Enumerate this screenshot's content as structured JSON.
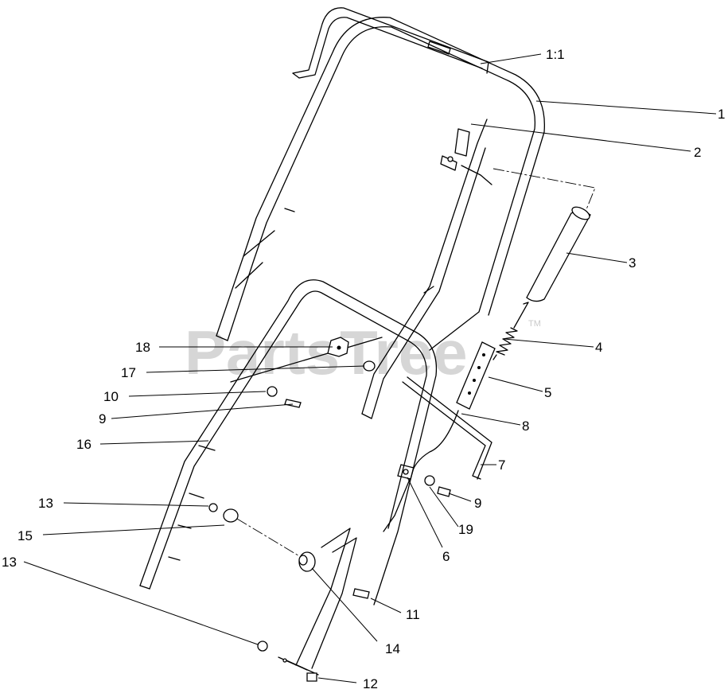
{
  "watermark": {
    "text": "PartsTree",
    "mark": "TM"
  },
  "callouts": [
    {
      "id": "c-1-1",
      "label": "1:1"
    },
    {
      "id": "c-1",
      "label": "1"
    },
    {
      "id": "c-2",
      "label": "2"
    },
    {
      "id": "c-3",
      "label": "3"
    },
    {
      "id": "c-4",
      "label": "4"
    },
    {
      "id": "c-5",
      "label": "5"
    },
    {
      "id": "c-8",
      "label": "8"
    },
    {
      "id": "c-7",
      "label": "7"
    },
    {
      "id": "c-9a",
      "label": "9"
    },
    {
      "id": "c-19",
      "label": "19"
    },
    {
      "id": "c-6",
      "label": "6"
    },
    {
      "id": "c-18",
      "label": "18"
    },
    {
      "id": "c-17",
      "label": "17"
    },
    {
      "id": "c-10",
      "label": "10"
    },
    {
      "id": "c-9b",
      "label": "9"
    },
    {
      "id": "c-16",
      "label": "16"
    },
    {
      "id": "c-13a",
      "label": "13"
    },
    {
      "id": "c-15",
      "label": "15"
    },
    {
      "id": "c-13b",
      "label": "13"
    },
    {
      "id": "c-11",
      "label": "11"
    },
    {
      "id": "c-14",
      "label": "14"
    },
    {
      "id": "c-12",
      "label": "12"
    }
  ]
}
